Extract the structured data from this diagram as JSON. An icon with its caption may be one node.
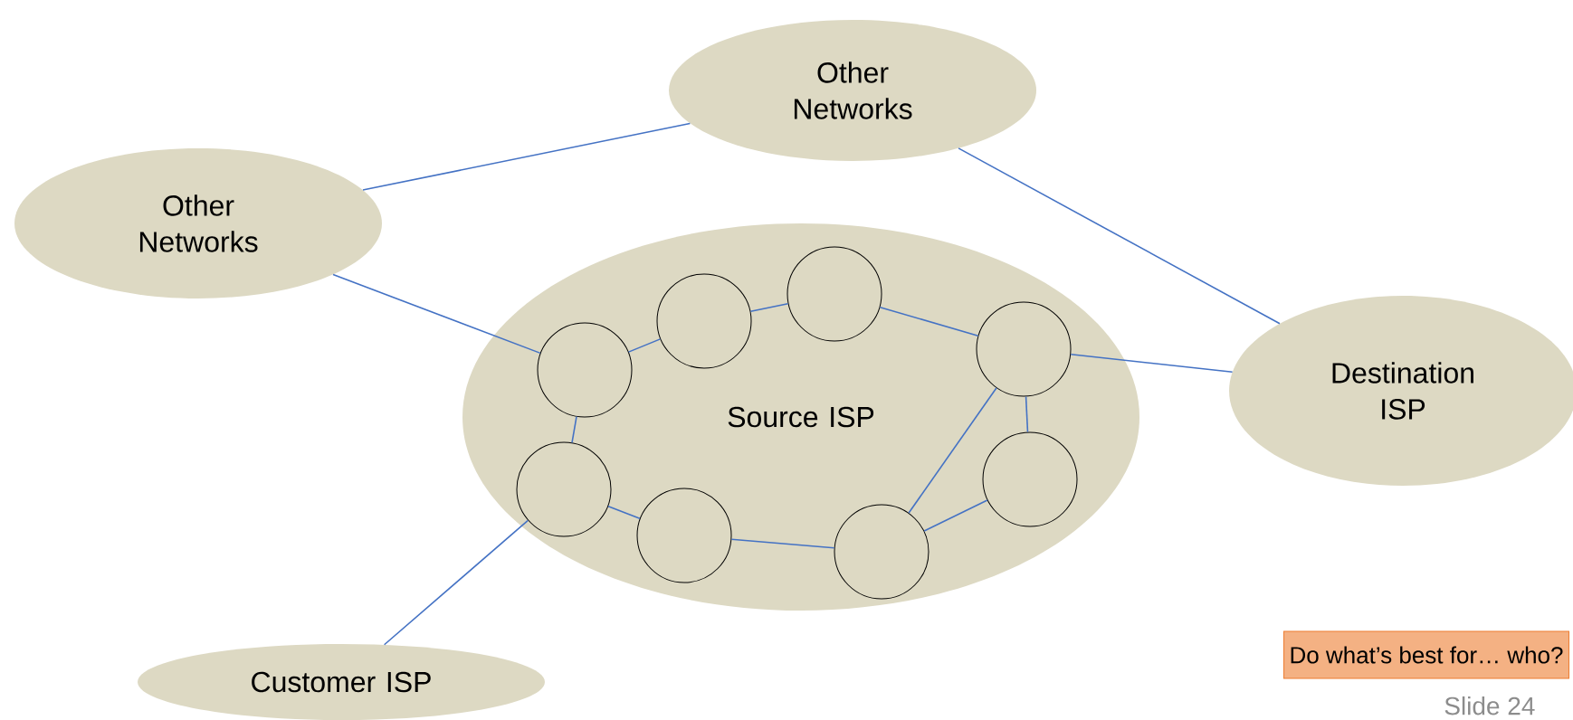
{
  "diagram": {
    "nodes": [
      {
        "text": [
          "Other Networks"
        ]
      },
      {
        "text": [
          "Other Networks"
        ]
      },
      {
        "text": [
          "Source ISP"
        ]
      },
      {
        "text": [],
        "shape": "circle",
        "in": 2
      },
      {
        "text": [],
        "shape": "circle",
        "in": 2
      },
      {
        "text": [],
        "shape": "circle",
        "in": 2
      },
      {
        "text": [],
        "shape": "circle",
        "in": 2
      },
      {
        "text": [],
        "shape": "circle",
        "in": 2
      },
      {
        "text": [],
        "shape": "circle",
        "in": 2
      },
      {
        "text": [],
        "shape": "circle",
        "in": 2
      },
      {
        "text": [],
        "shape": "circle",
        "in": 2
      },
      {
        "text": [
          "Destination ISP"
        ]
      },
      {
        "text": [
          "Customer ISP"
        ]
      },
      {
        "text": [
          "Do what’s best for… who?"
        ]
      }
    ],
    "edges": [
      {
        "from": 1,
        "to": 0,
        "arrow": "none"
      },
      {
        "from": 0,
        "to": 11,
        "arrow": "none"
      },
      {
        "from": 1,
        "to": 4,
        "arrow": "none"
      },
      {
        "from": 4,
        "to": 6,
        "arrow": "none"
      },
      {
        "from": 6,
        "to": 7,
        "arrow": "none"
      },
      {
        "from": 7,
        "to": 9,
        "arrow": "none"
      },
      {
        "from": 9,
        "to": 11,
        "arrow": "none"
      },
      {
        "from": 9,
        "to": 8,
        "arrow": "none"
      },
      {
        "from": 9,
        "to": 10,
        "arrow": "none"
      },
      {
        "from": 10,
        "to": 8,
        "arrow": "none"
      },
      {
        "from": 8,
        "to": 5,
        "arrow": "none"
      },
      {
        "from": 5,
        "to": 3,
        "arrow": "none"
      },
      {
        "from": 3,
        "to": 4,
        "arrow": "none"
      },
      {
        "from": 3,
        "to": 12,
        "arrow": "none"
      }
    ],
    "labels": [
      "Slide 24"
    ]
  }
}
